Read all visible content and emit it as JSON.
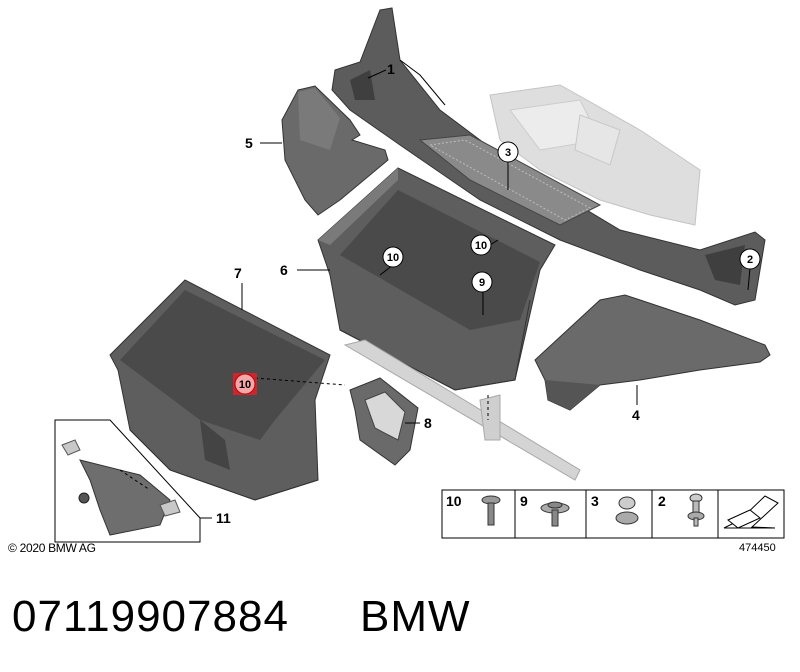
{
  "callouts": {
    "c1": "1",
    "c2": "2",
    "c3": "3",
    "c4": "4",
    "c5": "5",
    "c6": "6",
    "c7": "7",
    "c8": "8",
    "c9": "9",
    "c10a": "10",
    "c10b": "10",
    "c10c": "10",
    "c11": "11"
  },
  "legend": {
    "items": [
      {
        "label": "10",
        "icon": "screw-icon"
      },
      {
        "label": "9",
        "icon": "screw-washer-icon"
      },
      {
        "label": "3",
        "icon": "expansion-rivet-icon"
      },
      {
        "label": "2",
        "icon": "push-clip-icon"
      }
    ],
    "arrow_icon": "direction-arrow-icon"
  },
  "footer": {
    "copyright": "© 2020 BMW AG",
    "drawing_number": "474450",
    "part_number": "07119907884",
    "brand": "BMW"
  },
  "colors": {
    "part_dark": "#5a5a5a",
    "part_mid": "#6e6e6e",
    "ghost": "#d9d9d9",
    "highlight": "#e0202a"
  }
}
